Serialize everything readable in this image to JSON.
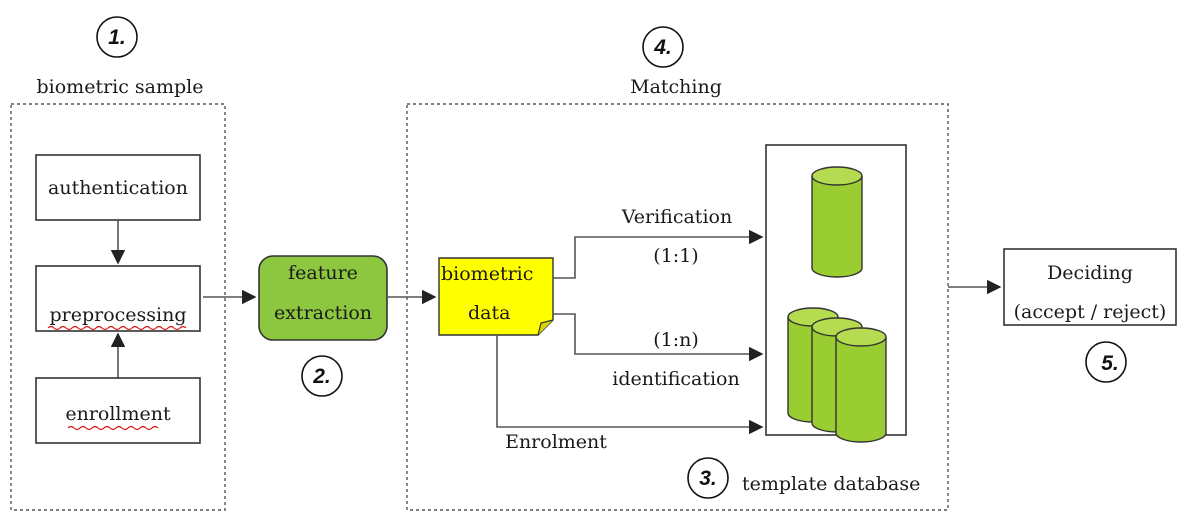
{
  "steps": {
    "s1": "1.",
    "s2": "2.",
    "s3": "3.",
    "s4": "4.",
    "s5": "5."
  },
  "sections": {
    "biometric_sample": "biometric sample",
    "matching": "Matching",
    "template_database": "template database"
  },
  "boxes": {
    "authentication": "authentication",
    "preprocessing": "preprocessing",
    "enrollment": "enrollment",
    "feature_line1": "feature",
    "feature_line2": "extraction",
    "biometric_line1": "biometric",
    "biometric_line2": "data",
    "deciding_line1": "Deciding",
    "deciding_line2": "(accept / reject)"
  },
  "edges": {
    "verification": "Verification",
    "verification_ratio": "(1:1)",
    "identification_ratio": "(1:n)",
    "identification": "identification",
    "enrolment": "Enrolment"
  },
  "colors": {
    "feature_fill": "#8dc63f",
    "cylinder_fill": "#9acd32",
    "note_fill": "#ffff00"
  }
}
